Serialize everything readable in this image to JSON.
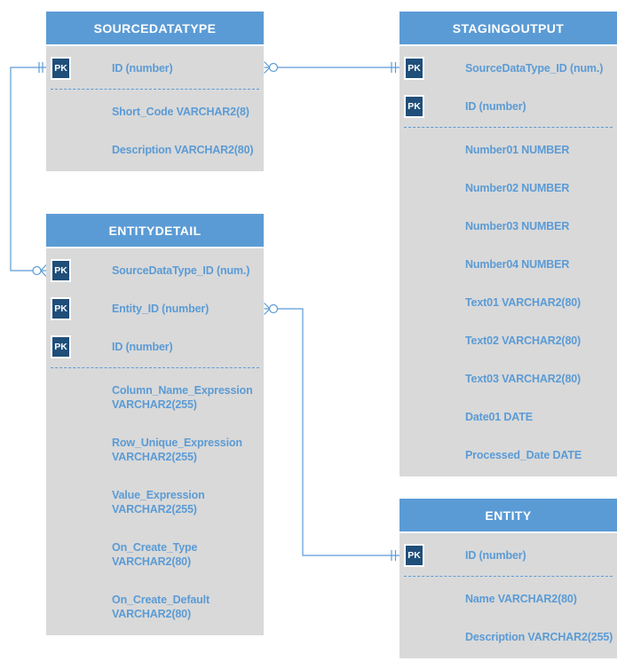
{
  "pk_label": "PK",
  "colors": {
    "table_header_bg": "#5b9bd5",
    "table_body_bg": "#d9d9d9",
    "field_text": "#5b9bd5",
    "pk_badge_bg": "#1f4e79",
    "pk_badge_text": "#ffffff",
    "connector_line": "#5b9bd5",
    "canvas_bg": "#ffffff"
  },
  "tables": {
    "sourcedatatype": {
      "title": "SOURCEDATATYPE",
      "pk_fields": {
        "id": "ID (number)"
      },
      "fields": {
        "short_code": "Short_Code VARCHAR2(8)",
        "description": "Description VARCHAR2(80)"
      }
    },
    "stagingoutput": {
      "title": "STAGINGOUTPUT",
      "pk_fields": {
        "sourcedatatype_id": "SourceDataType_ID (num.)",
        "id": "ID (number)"
      },
      "fields": {
        "number01": "Number01 NUMBER",
        "number02": "Number02 NUMBER",
        "number03": "Number03 NUMBER",
        "number04": "Number04 NUMBER",
        "text01": "Text01 VARCHAR2(80)",
        "text02": "Text02 VARCHAR2(80)",
        "text03": "Text03 VARCHAR2(80)",
        "date01": "Date01 DATE",
        "processed_date": "Processed_Date DATE"
      }
    },
    "entitydetail": {
      "title": "ENTITYDETAIL",
      "pk_fields": {
        "sourcedatatype_id": "SourceDataType_ID (num.)",
        "entity_id": "Entity_ID (number)",
        "id": "ID (number)"
      },
      "fields": {
        "column_name_expression": "Column_Name_Expression VARCHAR2(255)",
        "row_unique_expression": "Row_Unique_Expression VARCHAR2(255)",
        "value_expression": "Value_Expression VARCHAR2(255)",
        "on_create_type": "On_Create_Type VARCHAR2(80)",
        "on_create_default": "On_Create_Default VARCHAR2(80)"
      }
    },
    "entity": {
      "title": "ENTITY",
      "pk_fields": {
        "id": "ID (number)"
      },
      "fields": {
        "name": "Name VARCHAR2(80)",
        "description": "Description VARCHAR2(255)"
      }
    }
  },
  "relationships": [
    {
      "from": "SOURCEDATATYPE.ID",
      "to": "ENTITYDETAIL.SourceDataType_ID",
      "from_end": "one",
      "to_end": "zero-or-many"
    },
    {
      "from": "SOURCEDATATYPE.ID",
      "to": "STAGINGOUTPUT.SourceDataType_ID",
      "from_end": "zero-or-many",
      "to_end": "one"
    },
    {
      "from": "ENTITYDETAIL.Entity_ID",
      "to": "ENTITY.ID",
      "from_end": "zero-or-many",
      "to_end": "one"
    }
  ]
}
